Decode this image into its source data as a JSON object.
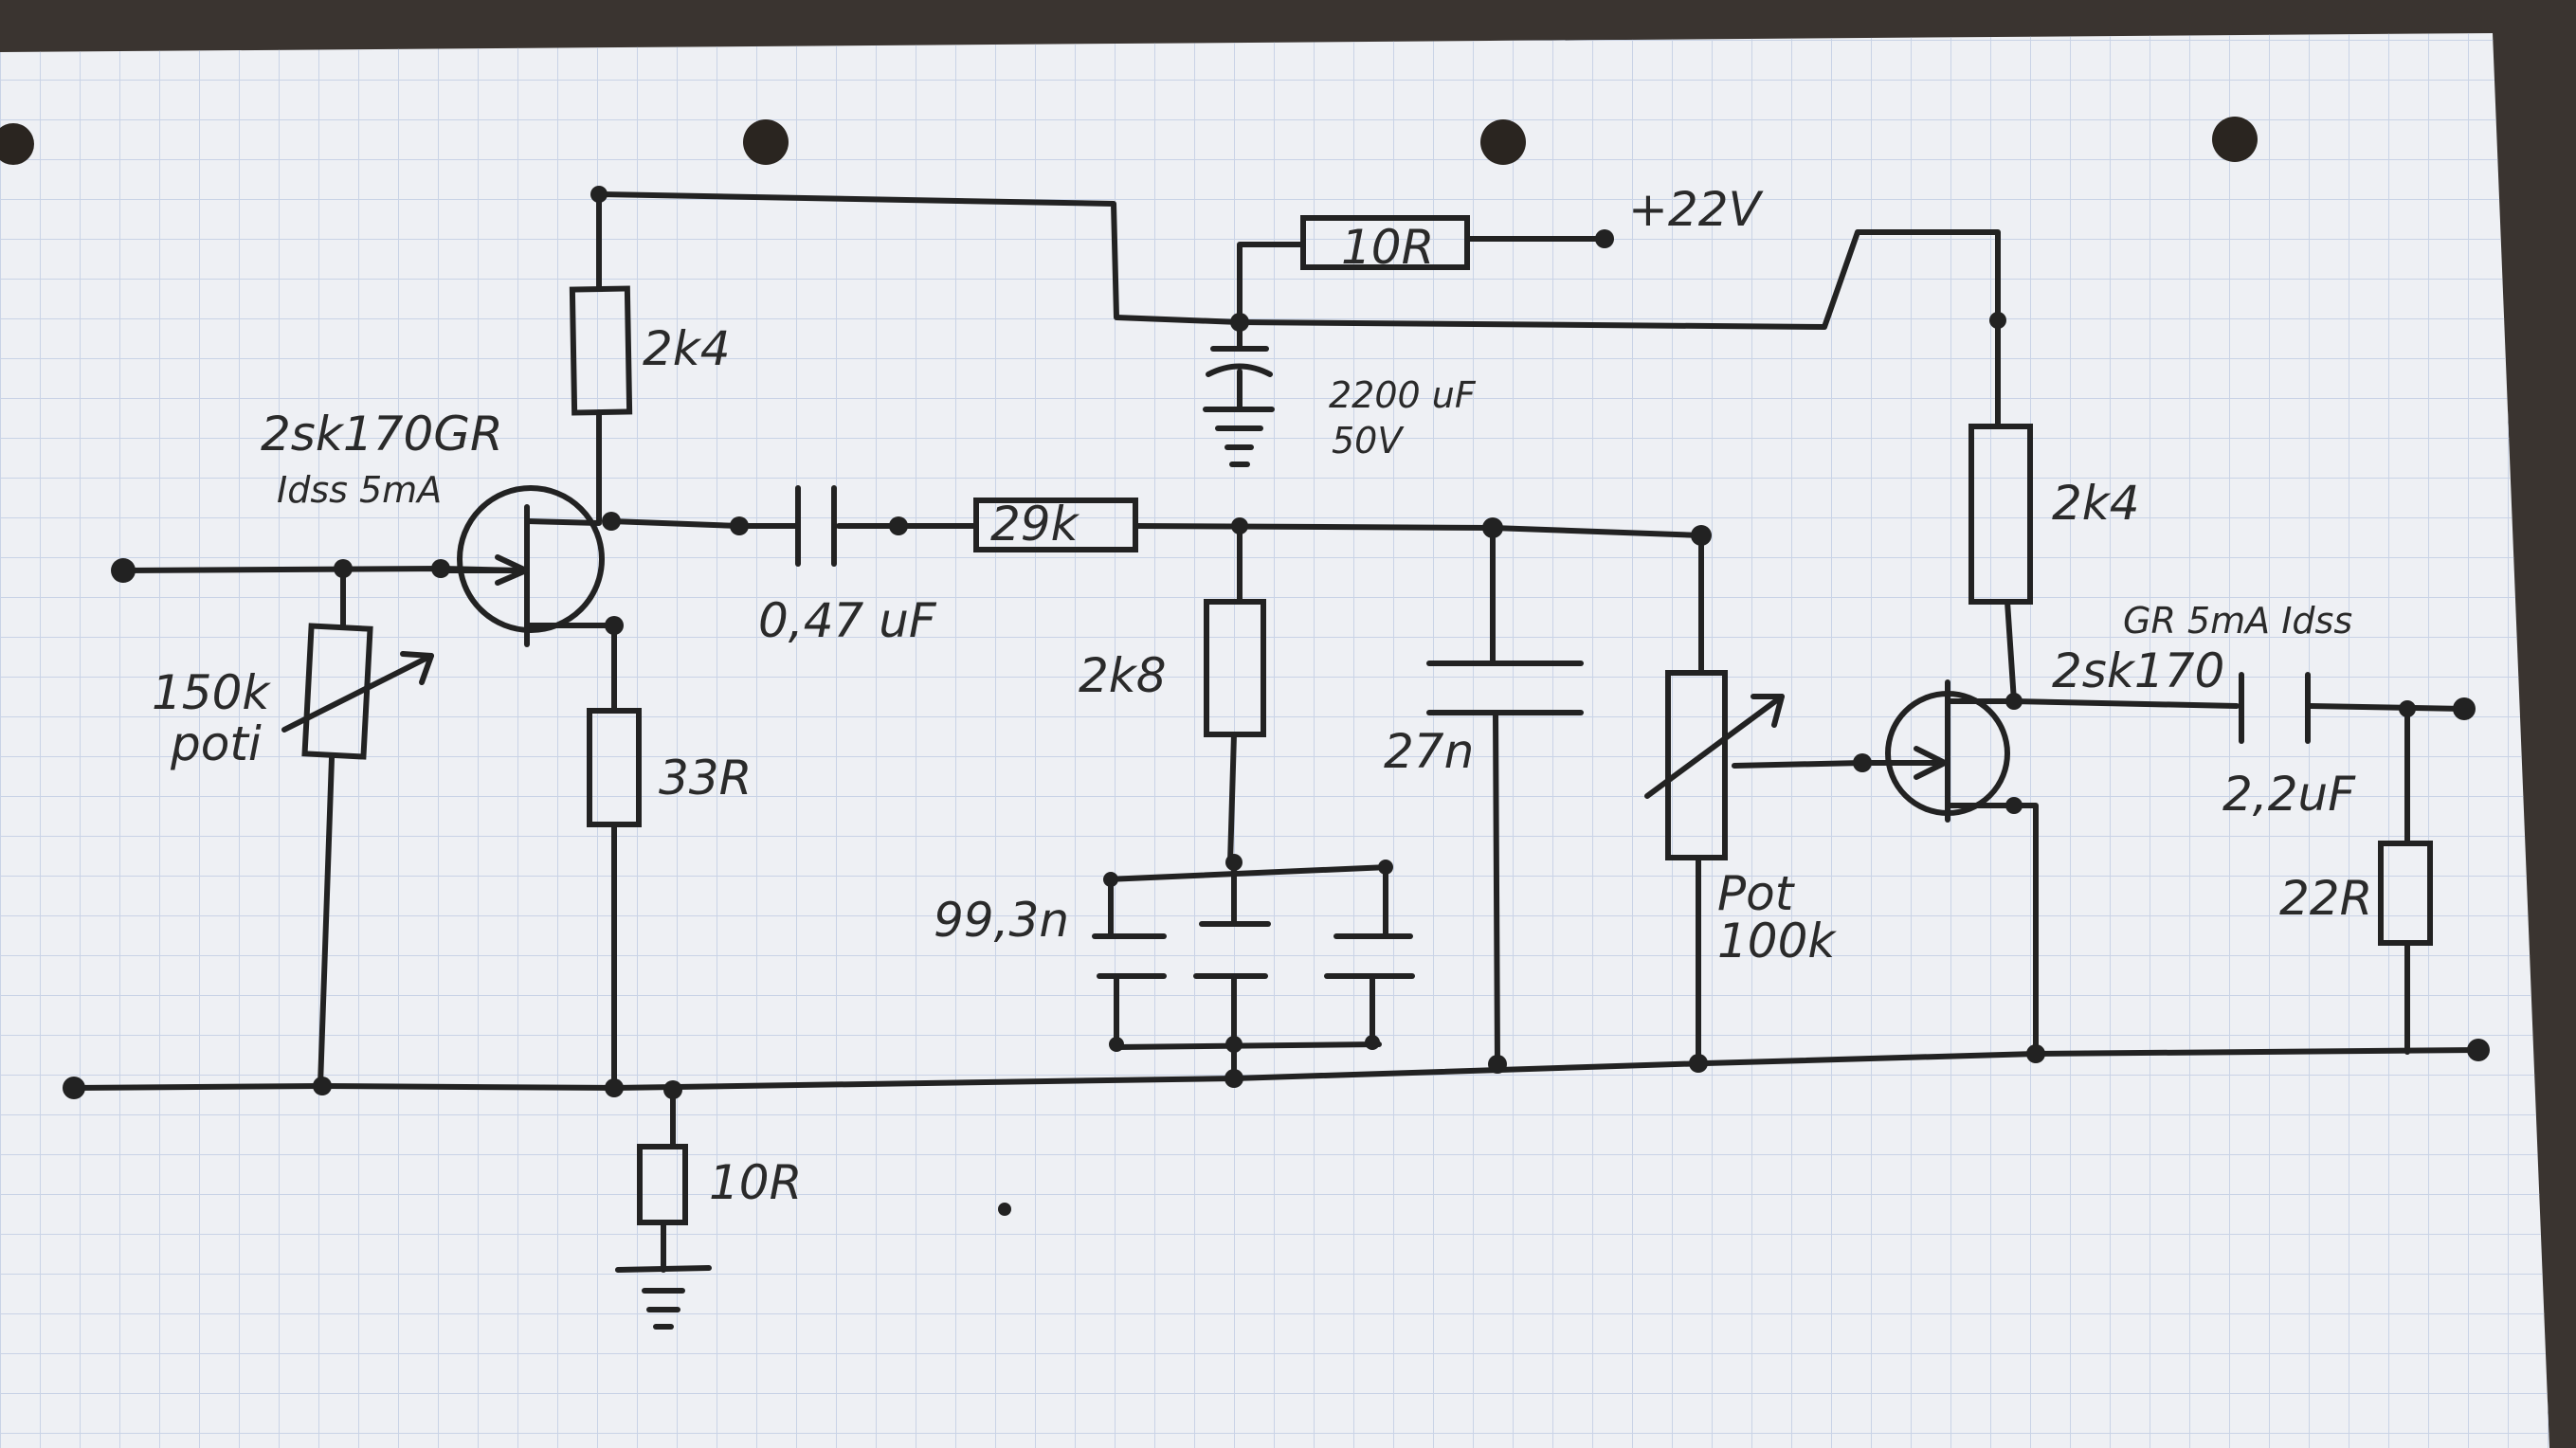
{
  "colors": {
    "paper": "#eef0f4",
    "grid": "#c9d3e6",
    "ink": "#222222",
    "table": "#3a3430"
  },
  "labels": {
    "supply": "+22V",
    "r_supply": "10R",
    "cap_supply": "2200 uF",
    "cap_supply_v": "50V",
    "r_drain1": "2k4",
    "jfet1": "2sk170GR",
    "jfet1_idss": "Idss 5mA",
    "pot_in": "150k",
    "pot_in2": "poti",
    "r_source1": "33R",
    "r_ground": "10R",
    "cap_couple": "0,47 uF",
    "r_series": "29k",
    "r_shunt": "2k8",
    "cap_bank": "99,3n",
    "cap_filter": "27n",
    "pot_vol": "Pot",
    "pot_vol2": "100k",
    "r_drain2": "2k4",
    "jfet2_top": "GR 5mA Idss",
    "jfet2": "2sk170",
    "cap_out": "2,2uF",
    "r_out": "22R"
  }
}
